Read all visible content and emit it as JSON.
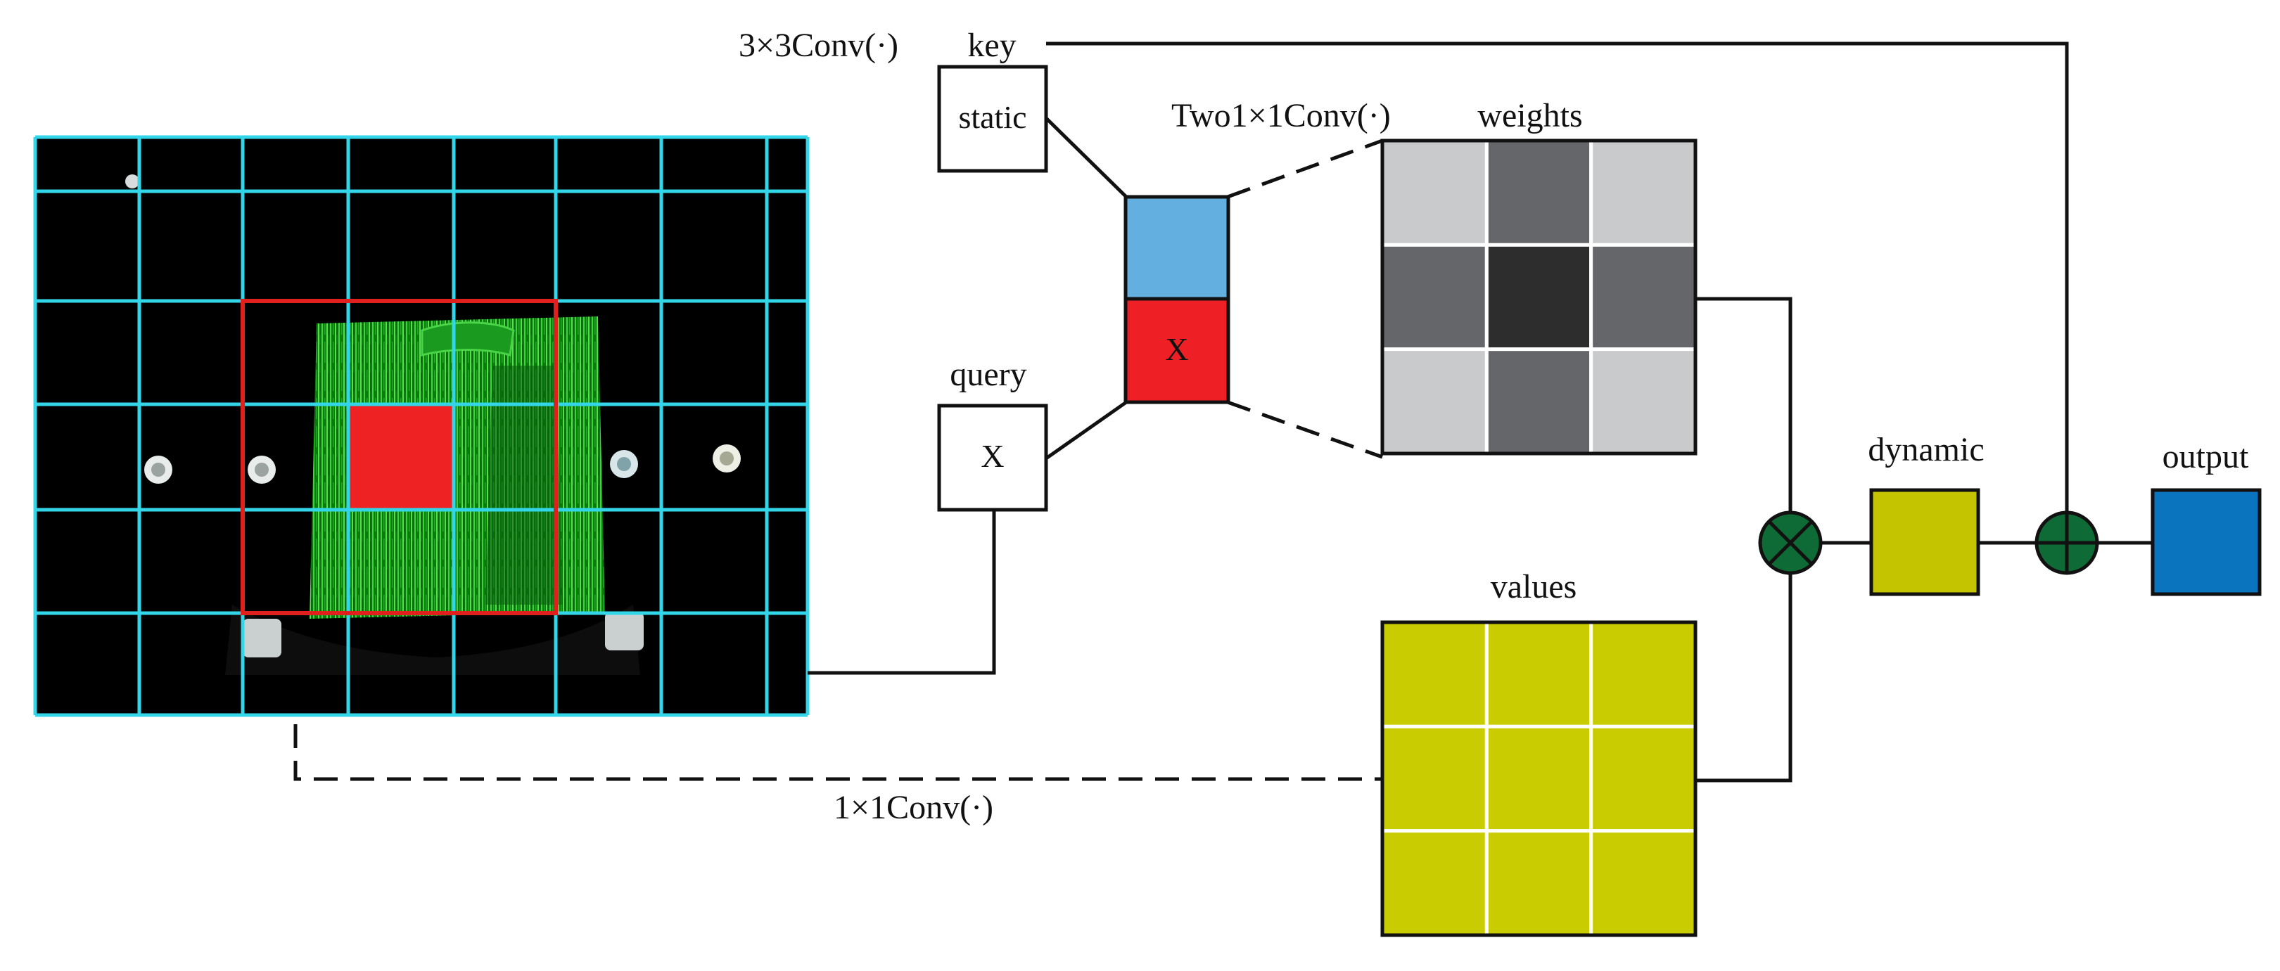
{
  "labels": {
    "key": "key",
    "static": "static",
    "conv3x3": "3×3Conv(·)",
    "two_conv": "Two1×1Conv(·)",
    "weights": "weights",
    "query": "query",
    "query_box": "X",
    "concat_bottom": "X",
    "values": "values",
    "conv1x1": "1×1Conv(·)",
    "dynamic": "dynamic",
    "output": "output"
  },
  "colors": {
    "grid_line": "#33d6e8",
    "image_bg": "#000000",
    "roi_outline": "#e0201c",
    "patch_fill": "#ee2222",
    "blue_block": "#62afe0",
    "red_block": "#ee2026",
    "weight_light": "#c9cacc",
    "weight_mid": "#646669",
    "weight_dark": "#2d2d2e",
    "values_fill": "#c9cc00",
    "dynamic_fill": "#c4c400",
    "output_fill": "#0a74be",
    "operator_fill": "#0f6b35"
  },
  "weights_grid": [
    [
      "light",
      "mid",
      "light"
    ],
    [
      "mid",
      "dark",
      "mid"
    ],
    [
      "light",
      "mid",
      "light"
    ]
  ],
  "operators": [
    "multiply",
    "add"
  ]
}
